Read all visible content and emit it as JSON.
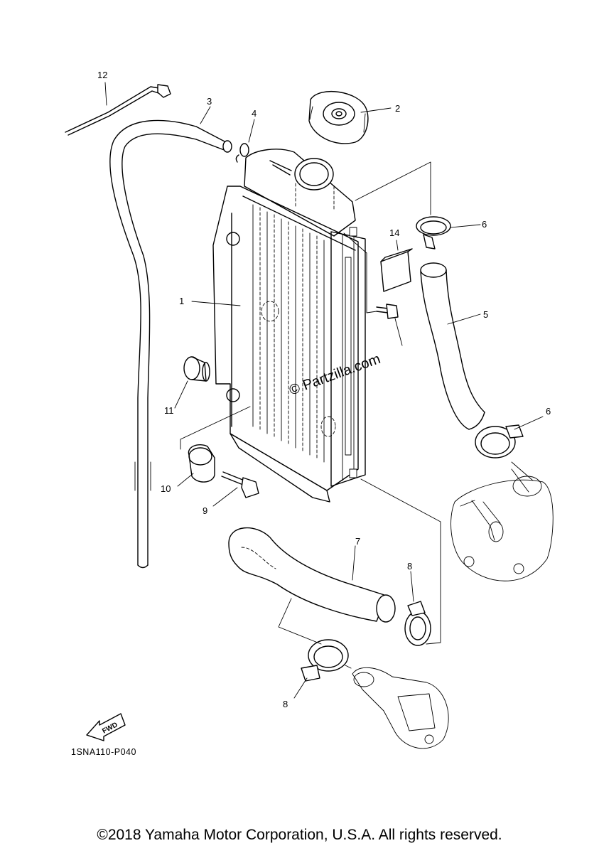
{
  "diagram": {
    "parts": [
      {
        "number": "1"
      },
      {
        "number": "2"
      },
      {
        "number": "3"
      },
      {
        "number": "4"
      },
      {
        "number": "5"
      },
      {
        "number": "6"
      },
      {
        "number": "6"
      },
      {
        "number": "7"
      },
      {
        "number": "8"
      },
      {
        "number": "8"
      },
      {
        "number": "9"
      },
      {
        "number": "10"
      },
      {
        "number": "11"
      },
      {
        "number": "12"
      },
      {
        "number": "14"
      }
    ],
    "watermark": "© Partzilla.com",
    "fwd_label": "FWD",
    "diagram_code": "1SNA110-P040"
  },
  "footer": {
    "copyright": "©2018 Yamaha Motor Corporation, U.S.A. All rights reserved."
  }
}
